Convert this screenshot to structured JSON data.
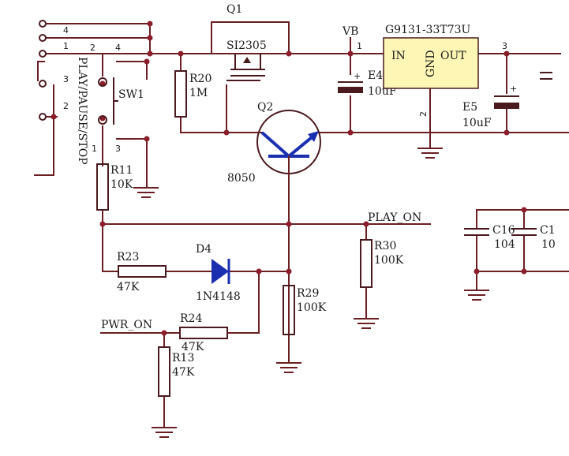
{
  "labels": {
    "q1_ref": "Q1",
    "q1_val": "SI2305",
    "vb": "VB",
    "u_ref": "G9131-33T73U",
    "u_in": "IN",
    "u_gnd": "GND",
    "u_out": "OUT",
    "u_pin1": "1",
    "u_pin2": "2",
    "u_pin3": "3",
    "r20_ref": "R20",
    "r20_val": "1M",
    "e4_ref": "E4",
    "e4_val": "10uF",
    "e5_ref": "E5",
    "e5_val": "10uF",
    "q2_ref": "Q2",
    "q2_val": "8050",
    "sw1_ref": "SW1",
    "sw1_name": "PLAY/PAUSE/STOP",
    "sw1_pin1": "1",
    "sw1_pin2": "2",
    "sw1_pin3": "3",
    "sw1_pin4": "4",
    "r11_ref": "R11",
    "r11_val": "10K",
    "play_on": "PLAY_ON",
    "r30_ref": "R30",
    "r30_val": "100K",
    "c16_ref": "C16",
    "c16_val": "104",
    "c_next_ref": "C1",
    "c_next_val": "10",
    "r23_ref": "R23",
    "r23_val": "47K",
    "d4_ref": "D4",
    "d4_val": "1N4148",
    "r29_ref": "R29",
    "r29_val": "100K",
    "pwr_on": "PWR_ON",
    "r24_ref": "R24",
    "r24_val": "47K",
    "r13_ref": "R13",
    "r13_val": "47K",
    "j_pin4": "4",
    "j_pin1": "1",
    "j_pin3": "3",
    "j_pin2": "2"
  },
  "colors": {
    "wire": "#6b1f23",
    "junction": "#8b1e2a",
    "regulator_fill": "#fdf6b4",
    "transistor_symbol": "#1a2fb0",
    "diode_fill": "#1a2fb0"
  }
}
